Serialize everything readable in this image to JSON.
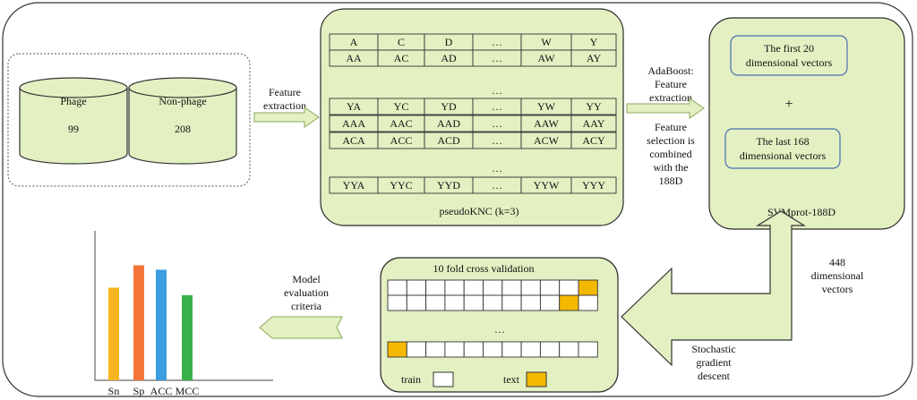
{
  "dataset": {
    "phage_label": "Phage",
    "phage_count": "99",
    "nonphage_label": "Non-phage",
    "nonphage_count": "208"
  },
  "feature_extraction_label": [
    "Feature",
    "extraction"
  ],
  "pseudoknc": {
    "caption": "pseudoKNC (k=3)",
    "row1": [
      "A",
      "C",
      "D",
      "…",
      "W",
      "Y"
    ],
    "row2": [
      "AA",
      "AC",
      "AD",
      "…",
      "AW",
      "AY"
    ],
    "dots1": "…",
    "row3": [
      "YA",
      "YC",
      "YD",
      "…",
      "YW",
      "YY"
    ],
    "row4": [
      "AAA",
      "AAC",
      "AAD",
      "…",
      "AAW",
      "AAY"
    ],
    "row5": [
      "ACA",
      "ACC",
      "ACD",
      "…",
      "ACW",
      "ACY"
    ],
    "dots2": "…",
    "row6": [
      "YYA",
      "YYC",
      "YYD",
      "…",
      "YYW",
      "YYY"
    ]
  },
  "adaboost_label": [
    "AdaBoost:",
    "Feature",
    "extraction"
  ],
  "selection_label": [
    "Feature",
    "selection is",
    "combined",
    "with the",
    "188D"
  ],
  "svmprot": {
    "box1": [
      "The first 20",
      "dimensional vectors"
    ],
    "plus": "+",
    "box2": [
      "The last 168",
      "dimensional vectors"
    ],
    "caption": "SVMprot-188D"
  },
  "vectors_label": [
    "448",
    "dimensional",
    "vectors"
  ],
  "sgd_label": [
    "Stochastic",
    "gradient",
    "descent"
  ],
  "cv": {
    "title": "10 fold cross validation",
    "dots": "…",
    "legend_train": "train",
    "legend_text": "text"
  },
  "model_eval_label": [
    "Model",
    "evaluation",
    "criteria"
  ],
  "colors": {
    "panel_fill": "#e3f0c2",
    "panel_stroke": "#2b2b2b",
    "arrow_fill": "#e3f0c2",
    "arrow_stroke": "#8aa85a",
    "highlight": "#f5b800",
    "bar_Sn": "#f5b51f",
    "bar_Sp": "#f4753a",
    "bar_ACC": "#3a9ee0",
    "bar_MCC": "#3ab04a"
  },
  "chart_data": {
    "type": "bar",
    "categories": [
      "Sn",
      "Sp",
      "ACC",
      "MCC"
    ],
    "values": [
      0.62,
      0.77,
      0.74,
      0.57
    ],
    "ylim": [
      0,
      1
    ],
    "title": "",
    "xlabel": "",
    "ylabel": "",
    "grid": false
  }
}
